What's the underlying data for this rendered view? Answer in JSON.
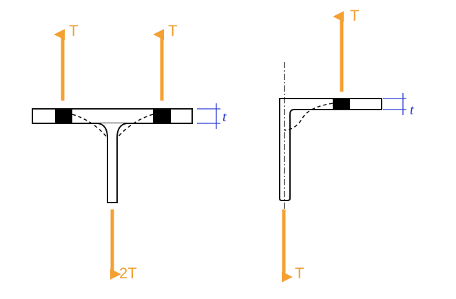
{
  "colors": {
    "force": "#f5a033",
    "dimension": "#2a3bd6",
    "outline": "#111111",
    "weld": "#000000"
  },
  "t_joint": {
    "force_left_label": "T",
    "force_right_label": "T",
    "force_down_label": "2T",
    "thickness_label": "t"
  },
  "l_joint": {
    "force_up_label": "T",
    "force_down_label": "T",
    "thickness_label": "t"
  }
}
